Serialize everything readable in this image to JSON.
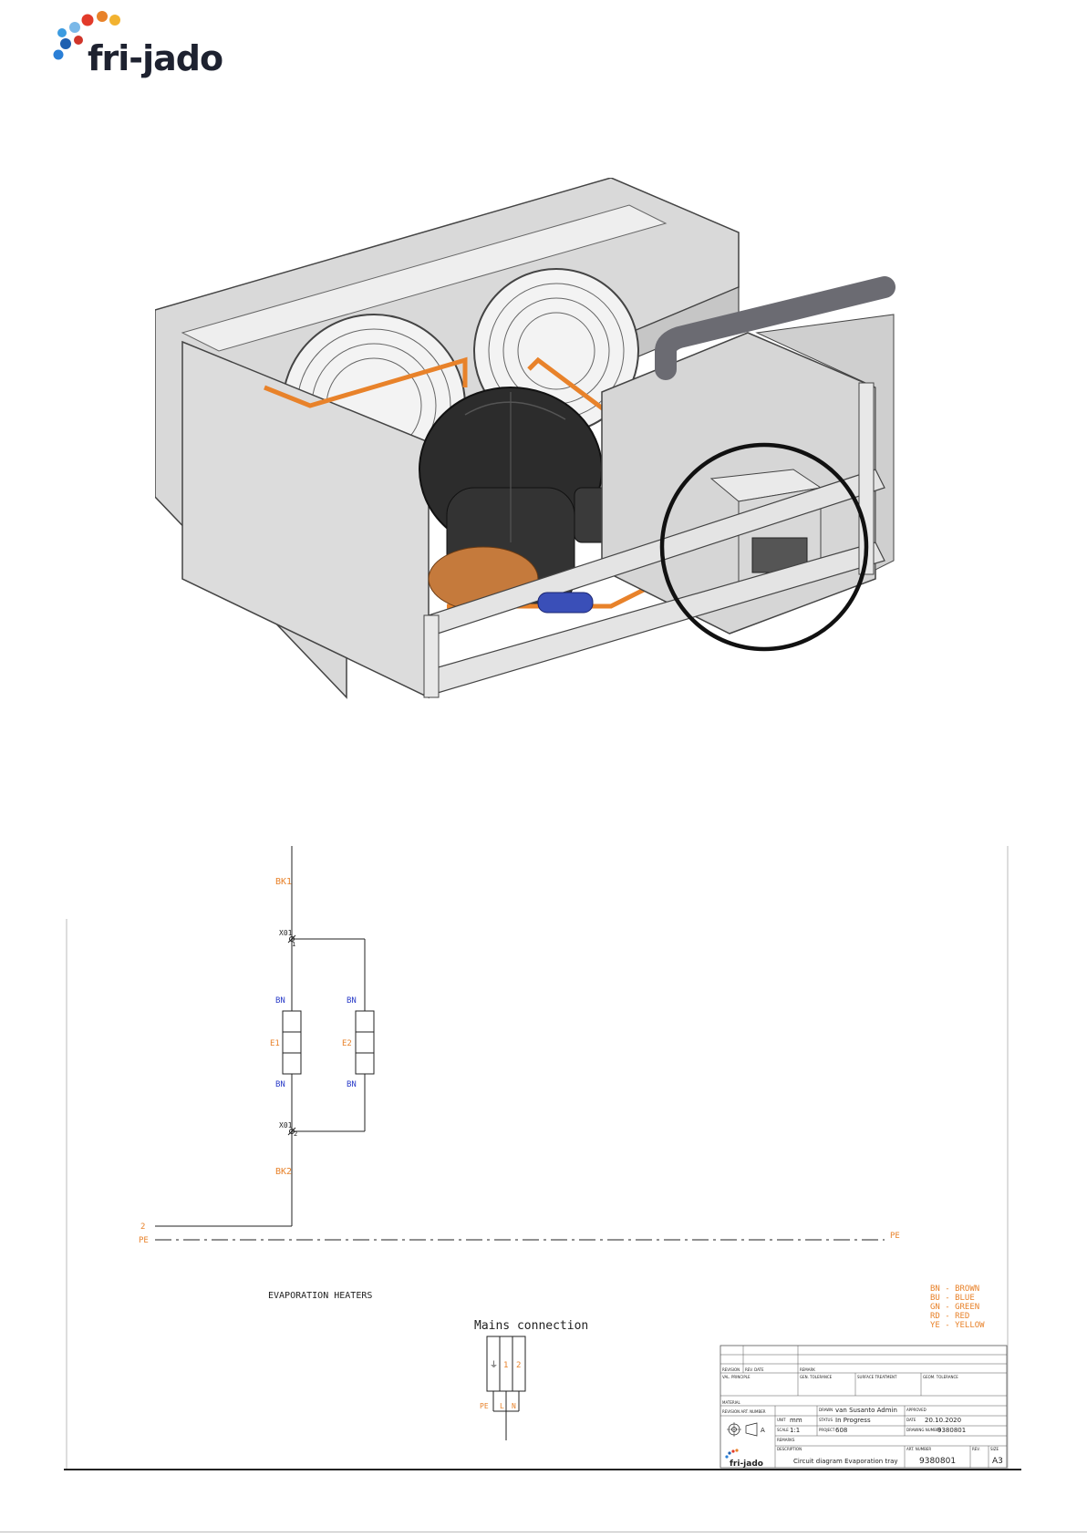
{
  "brand": {
    "logo_text": "fri-jado"
  },
  "schematic": {
    "wire_labels": {
      "top": "BK1",
      "bottom": "BK2",
      "heater1_top": "BN",
      "heater1_bottom": "BN",
      "heater2_top": "BN",
      "heater2_bottom": "BN",
      "terminal_top": "X01",
      "terminal_top_pin": "1",
      "terminal_bottom": "X01",
      "terminal_bottom_pin": "2",
      "heater1": "E1",
      "heater2": "E2",
      "left_line1": "2",
      "left_pe": "PE",
      "right_pe": "PE"
    },
    "section_title": "EVAPORATION HEATERS",
    "mains": {
      "title": "Mains connection",
      "terminal_1": "1",
      "terminal_2": "2",
      "label_pe": "PE",
      "label_l": "L",
      "label_n": "N"
    },
    "legend": [
      "BN - BROWN",
      "BU - BLUE",
      "GN - GREEN",
      "RD - RED",
      "YE - YELLOW"
    ],
    "title_block": {
      "drawn_label": "DRAWN",
      "drawn_value": "van Susanto Admin",
      "status_label": "STATUS",
      "status_value": "In Progress",
      "unit_label": "UNIT",
      "unit_value": "mm",
      "scale_label": "SCALE",
      "scale_value": "1:1",
      "project_label": "PROJECT",
      "project_value": "608",
      "approved_label": "APPROVED",
      "date_label": "DATE",
      "date_value": "20.10.2020",
      "drawing_number_label": "DRAWING NUMBER",
      "drawing_number_value": "9380801",
      "description_label": "DESCRIPTION",
      "description_value": "Circuit diagram Evaporation tray",
      "art_number_label": "ART. NUMBER",
      "art_number_value": "9380801",
      "rev_label": "REV.",
      "size_label": "SIZE",
      "size_value": "A3",
      "remarks_label": "REMARKS",
      "material_label": "MATERIAL",
      "projection_a": "A",
      "tb_logo": "fri-jado",
      "header_cells": [
        "REVISION",
        "REV. DATE",
        "REMARK",
        "GEN. TOLERANCE",
        "SURFACE TREATMENT",
        "GEOM. TOLERANCE",
        "VAL. PRINCIPLE",
        "REVISION ART. NUMBER"
      ]
    }
  },
  "colors": {
    "orange": "#e8822a",
    "blue": "#2a3cc8",
    "ink": "#222222"
  }
}
